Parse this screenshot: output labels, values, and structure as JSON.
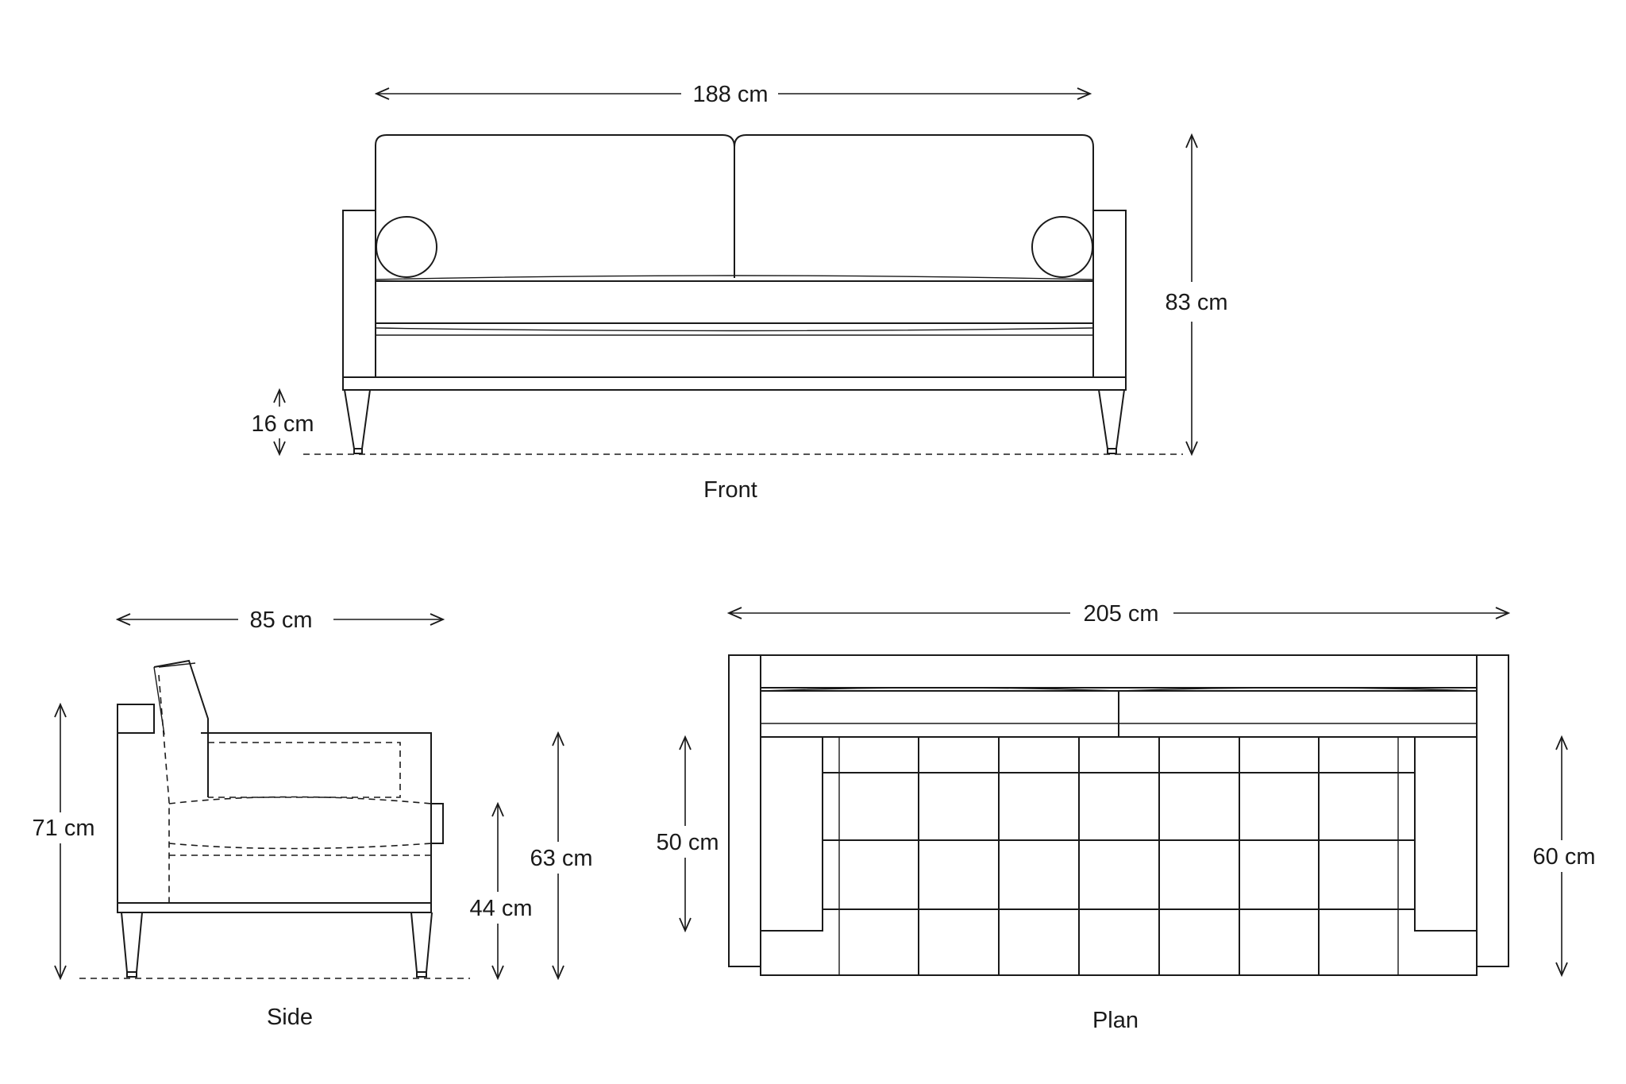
{
  "views": {
    "front": {
      "title": "Front",
      "width": "188 cm",
      "height": "83 cm",
      "leg_height": "16 cm"
    },
    "side": {
      "title": "Side",
      "depth": "85 cm",
      "overall_height": "71 cm",
      "arm_height": "63 cm",
      "seat_height": "44 cm"
    },
    "plan": {
      "title": "Plan",
      "width": "205 cm",
      "seat_depth": "50 cm",
      "depth": "60 cm"
    }
  }
}
